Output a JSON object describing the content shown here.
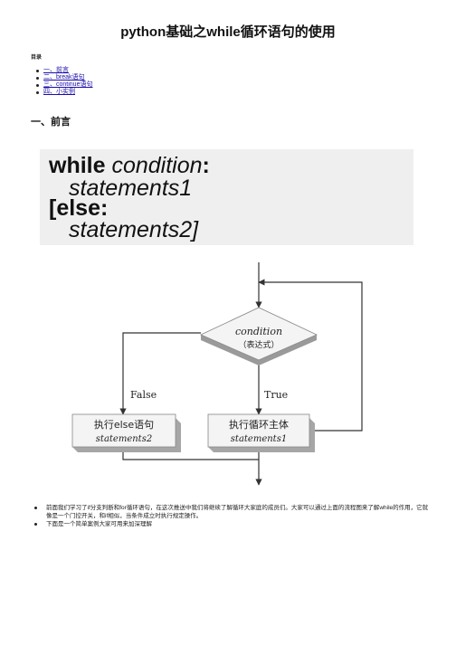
{
  "title": "python基础之while循环语句的使用",
  "toc": {
    "heading": "目录",
    "items": [
      "一、前言",
      "二、break语句",
      "三、continue语句",
      "四、小实例"
    ]
  },
  "section1": {
    "heading": "一、前言",
    "syntax": {
      "line1_kw": "while",
      "line1_rest": "condition",
      "line1_colon": ":",
      "line2": "statements1",
      "line3": "[else:",
      "line4": "statements2]"
    },
    "flowchart": {
      "condition_label": "condition",
      "condition_sub": "（表达式）",
      "false_label": "False",
      "true_label": "True",
      "else_box_title": "执行else语句",
      "else_box_sub": "statements2",
      "loop_box_title": "执行循环主体",
      "loop_box_sub": "statements1"
    },
    "notes": [
      "前面我们学习了if分支判断和for循环语句，在这次推送中我们将继续了解循环大家庭的成员们。大家可以通过上面的流程图来了解while的作用，它就像是一个门控开关，和if相似，当条件成立时执行规定操作。",
      "下面是一个简单案例大家可用来加深理解"
    ]
  }
}
